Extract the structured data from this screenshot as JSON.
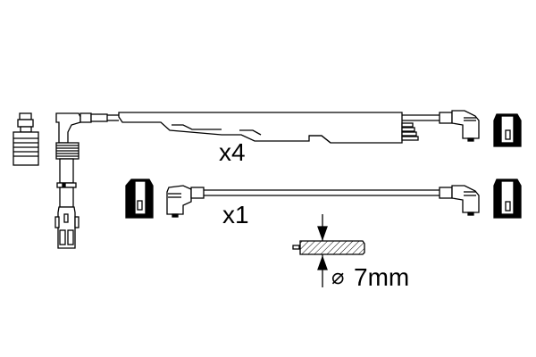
{
  "diagram": {
    "type": "ignition-cable-set-product-drawing",
    "colors": {
      "line": "#000000",
      "background": "#ffffff"
    },
    "labels": {
      "set_a_quantity": "x4",
      "set_b_quantity": "x1",
      "diameter_symbol": "⌀",
      "diameter_value": "7mm"
    },
    "components": [
      "coil-boot-connector",
      "straight-plug-connector-with-ribbed-boot",
      "angled-spark-plug-connector",
      "spark-plug-cap"
    ]
  }
}
